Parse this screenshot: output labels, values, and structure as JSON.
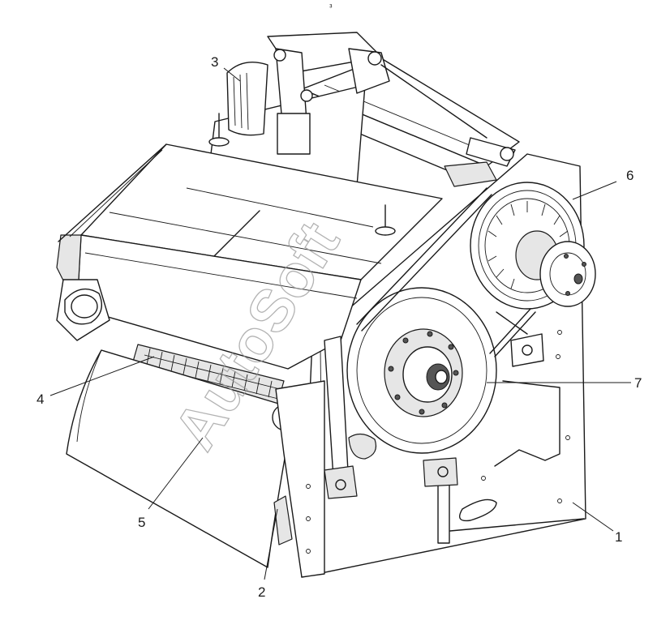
{
  "callouts": [
    {
      "id": "1",
      "label": "1"
    },
    {
      "id": "2",
      "label": "2"
    },
    {
      "id": "3",
      "label": "3"
    },
    {
      "id": "4",
      "label": "4"
    },
    {
      "id": "5",
      "label": "5"
    },
    {
      "id": "6",
      "label": "6"
    },
    {
      "id": "7",
      "label": "7"
    }
  ],
  "watermark": "AutoSoft",
  "page_mark": "ᵌ"
}
